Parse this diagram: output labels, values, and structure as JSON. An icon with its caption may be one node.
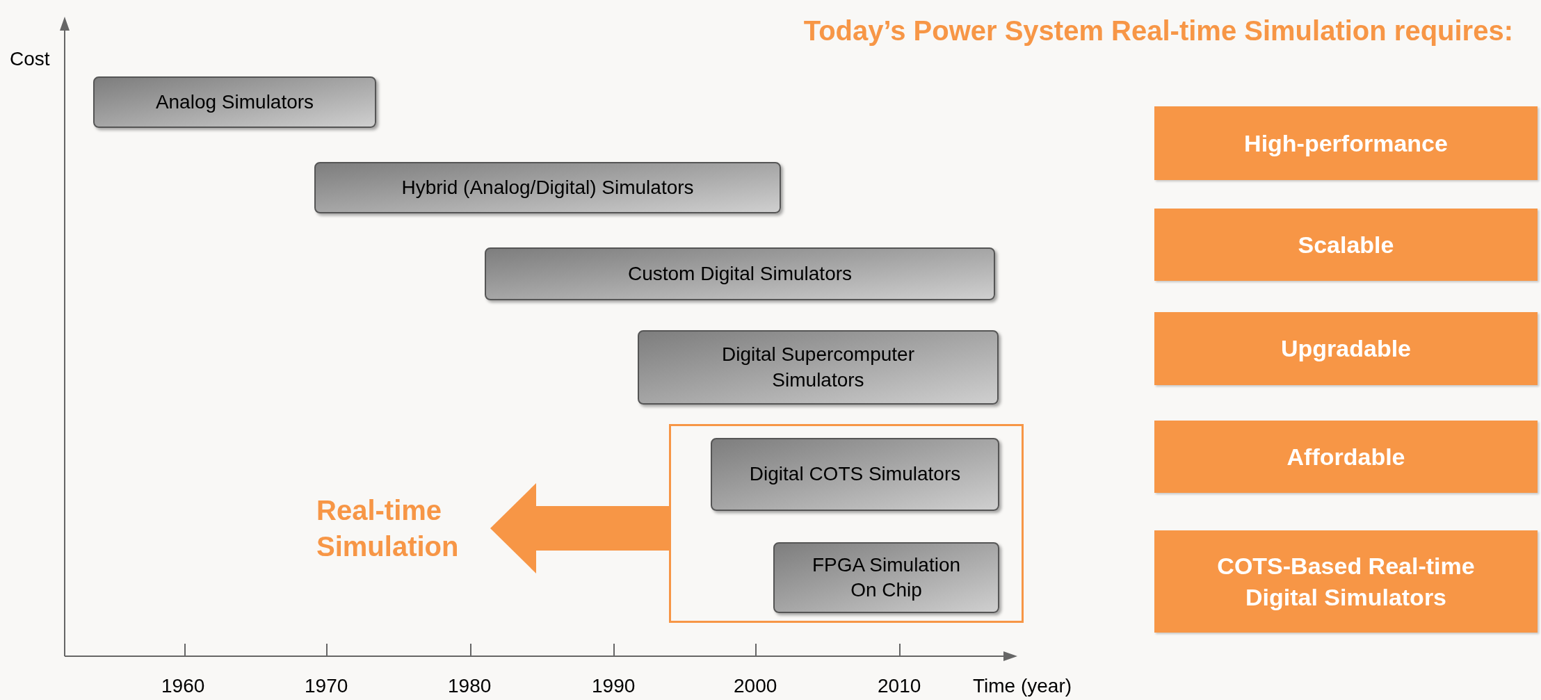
{
  "diagram": {
    "title": "Today’s Power System Real-time Simulation requires:",
    "nodes": [
      {
        "text": [
          "Analog Simulators"
        ]
      },
      {
        "text": [
          "Hybrid (Analog/Digital) Simulators"
        ]
      },
      {
        "text": [
          "Custom Digital Simulators"
        ]
      },
      {
        "text": [
          "Digital Supercomputer Simulators"
        ]
      },
      {
        "text": [],
        "shape": "box"
      },
      {
        "text": [
          "Digital COTS Simulators"
        ],
        "in": 4
      },
      {
        "text": [
          "FPGA Simulation On Chip"
        ],
        "in": 4
      },
      {
        "text": [
          "Real-time Simulation"
        ]
      },
      {
        "text": [
          "High-performance"
        ]
      },
      {
        "text": [
          "Scalable"
        ]
      },
      {
        "text": [
          "Upgradable"
        ]
      },
      {
        "text": [
          "Affordable"
        ]
      },
      {
        "text": [
          "COTS-Based Real-time Digital Simulators"
        ]
      }
    ],
    "edges": [
      {
        "from": 4,
        "to": 7,
        "arrow": "to"
      }
    ],
    "labels": [
      "Cost",
      "1960",
      "1970",
      "1980",
      "1990",
      "2000",
      "2010",
      "Time (year)"
    ]
  }
}
